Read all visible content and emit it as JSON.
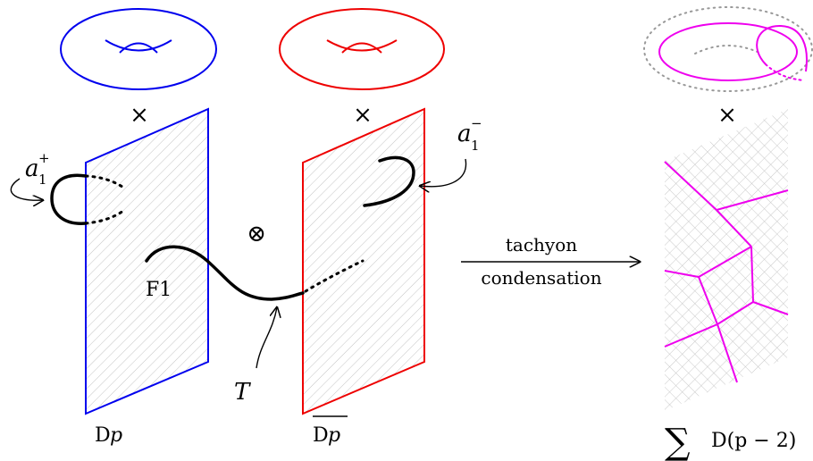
{
  "colors": {
    "dp": "#0000ee",
    "anti_dp": "#ee0000",
    "result": "#ee00ee",
    "hatch": "#bbbbbb",
    "string": "#000000",
    "dotted_torus": "#999999"
  },
  "labels": {
    "a1_plus_base": "a",
    "a1_plus_sub": "1",
    "a1_plus_sup": "+",
    "a1_minus_base": "a",
    "a1_minus_sub": "1",
    "a1_minus_sup": "−",
    "cross_left": "×",
    "cross_middle": "×",
    "cross_right": "×",
    "otimes": "⊗",
    "f1": "F1",
    "t": "T",
    "arrow_top": "tachyon",
    "arrow_bottom": "condensation",
    "dp_base": "D",
    "dp_var": "p",
    "anti_dp_base": "D",
    "anti_dp_var": "p",
    "sum_symbol": "∑",
    "sum_text": "D(p − 2)"
  }
}
